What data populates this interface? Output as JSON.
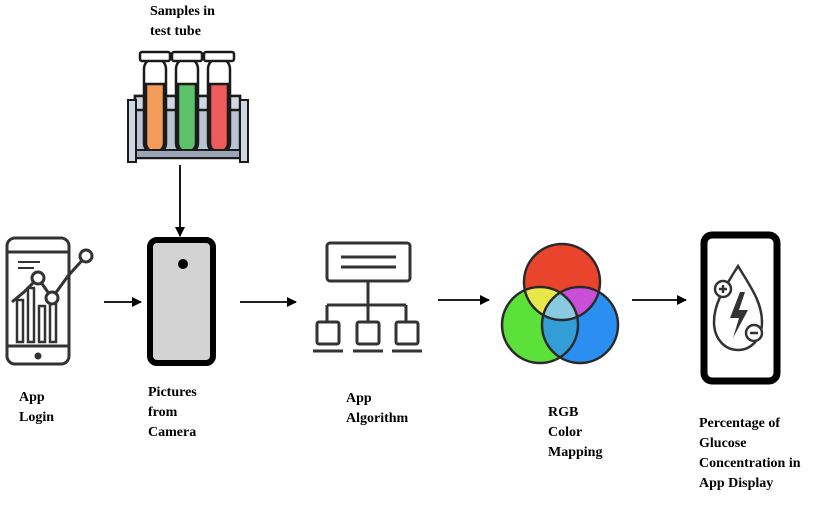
{
  "nodes": {
    "samples": {
      "lines": [
        "Samples in",
        "test tube"
      ],
      "icon": "test-tube-rack-icon"
    },
    "login": {
      "lines": [
        "App",
        "Login"
      ],
      "icon": "analytics-phone-icon"
    },
    "camera": {
      "lines": [
        "Pictures",
        "from",
        "Camera"
      ],
      "icon": "smartphone-camera-icon"
    },
    "algorithm": {
      "lines": [
        "App",
        "Algorithm"
      ],
      "icon": "hierarchy-algorithm-icon"
    },
    "rgb": {
      "lines": [
        "RGB",
        "Color",
        "Mapping"
      ],
      "icon": "rgb-venn-icon"
    },
    "display": {
      "lines": [
        "Percentage of",
        "Glucose",
        "Concentration in",
        "App Display"
      ],
      "icon": "glucose-drop-phone-icon"
    }
  },
  "colors": {
    "tube_orange": "#f39c5a",
    "tube_green": "#5bc26a",
    "tube_red": "#ee5b5b",
    "rack": "#b9c4d3",
    "phone_screen": "#d3d3d3",
    "rgb_red": "#e8452c",
    "rgb_green": "#5ce03a",
    "rgb_blue": "#2a8ff0",
    "rgb_yellow": "#e8e84a",
    "rgb_magenta": "#c94fd8"
  }
}
